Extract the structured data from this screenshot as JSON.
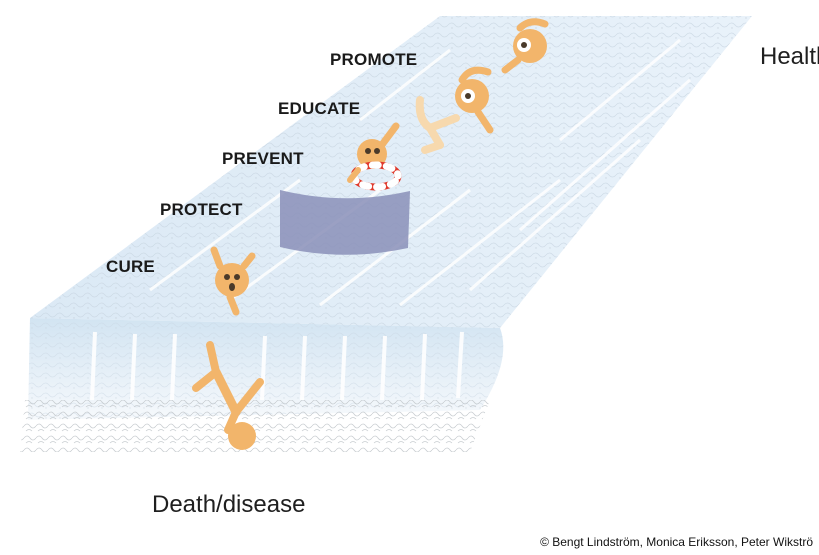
{
  "diagram": {
    "top_label": "Health",
    "bottom_label": "Death/disease",
    "stages": [
      {
        "id": "promote",
        "label": "PROMOTE"
      },
      {
        "id": "educate",
        "label": "EDUCATE"
      },
      {
        "id": "prevent",
        "label": "PREVENT"
      },
      {
        "id": "protect",
        "label": "PROTECT"
      },
      {
        "id": "cure",
        "label": "CURE"
      }
    ],
    "figures": [
      {
        "name": "swimmer-figure-top"
      },
      {
        "name": "swimmer-figure-middle"
      },
      {
        "name": "swimmer-figure-faded"
      },
      {
        "name": "swimmer-figure-lifebuoy"
      },
      {
        "name": "swimmer-figure-cure"
      },
      {
        "name": "drowning-figure"
      }
    ]
  },
  "colors": {
    "river": "#d6e6f3",
    "river_light": "#eaf2f9",
    "figure": "#f2b56b",
    "figure_faded": "#f7d9ae",
    "barrier": "#8a8fb8",
    "lifebuoy_red": "#e0392b"
  },
  "credit": "© Bengt Lindström, Monica Eriksson, Peter Wikströ"
}
